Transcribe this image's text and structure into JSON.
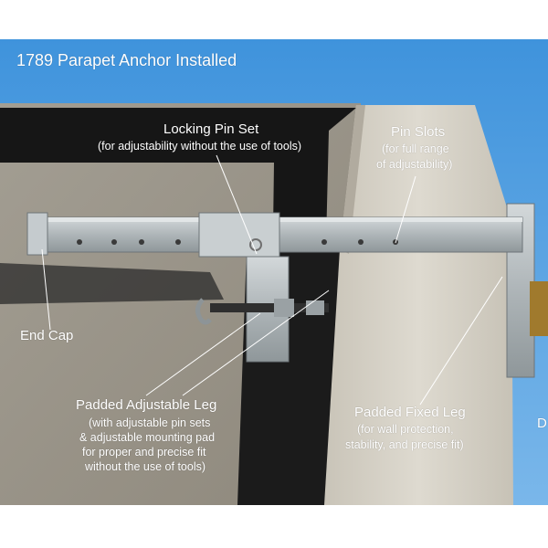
{
  "title": "1789 Parapet Anchor Installed",
  "labels": {
    "locking_pin": {
      "heading": "Locking Pin Set",
      "detail": "(for adjustability without the use of tools)"
    },
    "pin_slots": {
      "heading": "Pin Slots",
      "detail_1": "(for full range",
      "detail_2": "of adjustability)"
    },
    "end_cap": {
      "heading": "End Cap"
    },
    "adjustable_leg": {
      "heading": "Padded Adjustable Leg",
      "detail_1": "(with adjustable pin sets",
      "detail_2": "& adjustable mounting pad",
      "detail_3": "for proper and precise fit",
      "detail_4": "without the use of tools)"
    },
    "fixed_leg": {
      "heading": "Padded Fixed Leg",
      "detail_1": "(for wall protection,",
      "detail_2": "stability, and precise fit)"
    },
    "edge_fragment": "D"
  },
  "colors": {
    "sky": "#4d9ee0",
    "shadow": "#1a1a1a",
    "concrete": "#b9b3a6",
    "parapet": "#d6d2c7",
    "steel": "#b8bfc2",
    "label_text": "#ffffff"
  }
}
